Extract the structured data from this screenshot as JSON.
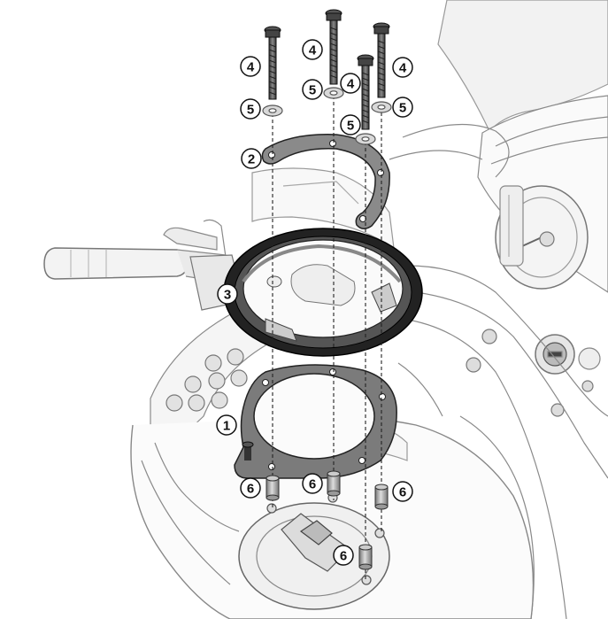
{
  "diagram": {
    "callouts": [
      {
        "id": "c1",
        "label": "1"
      },
      {
        "id": "c2",
        "label": "2"
      },
      {
        "id": "c3",
        "label": "3"
      },
      {
        "id": "c4a",
        "label": "4"
      },
      {
        "id": "c4b",
        "label": "4"
      },
      {
        "id": "c4c",
        "label": "4"
      },
      {
        "id": "c4d",
        "label": "4"
      },
      {
        "id": "c5a",
        "label": "5"
      },
      {
        "id": "c5b",
        "label": "5"
      },
      {
        "id": "c5c",
        "label": "5"
      },
      {
        "id": "c5d",
        "label": "5"
      },
      {
        "id": "c6a",
        "label": "6"
      },
      {
        "id": "c6b",
        "label": "6"
      },
      {
        "id": "c6c",
        "label": "6"
      },
      {
        "id": "c6d",
        "label": "6"
      }
    ]
  }
}
